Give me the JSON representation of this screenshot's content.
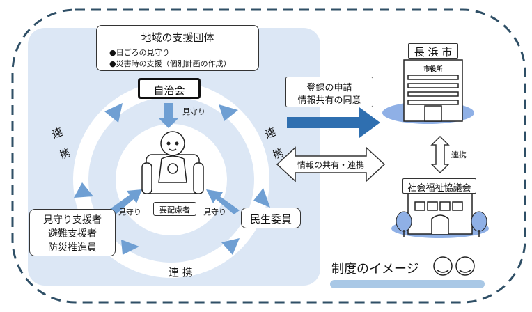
{
  "support_org": {
    "title": "地域の支援団体",
    "bullets": [
      "●日ごろの見守り",
      "●災害時の支援（個別計画の作成）"
    ]
  },
  "jichikai": "自治会",
  "mimamori_labels": [
    "見守り",
    "見守り",
    "見守り"
  ],
  "renkei_labels": [
    "連 携",
    "連 携",
    "連 携",
    "連携"
  ],
  "person_label": "要配慮者",
  "left_roles": [
    "見守り支援者",
    "避難支援者",
    "防災推進員"
  ],
  "minsei": "民生委員",
  "arrow_right_text": [
    "登録の申請",
    "情報共有の同意"
  ],
  "share_text": "情報の共有・連携",
  "city": {
    "name": "長 浜 市",
    "building_sign": "市役所"
  },
  "council": "社会福祉協議会",
  "footer_title": "制度のイメージ",
  "colors": {
    "dash_border": "#2f4f66",
    "left_panel": "#dce7f5",
    "ring": "#ffffff",
    "arrow_blue": "#6f9fd3",
    "big_arrow": "#2f6fb0",
    "ellipse": "#8fb0e6",
    "footer_bar": "#a9c8e6"
  }
}
